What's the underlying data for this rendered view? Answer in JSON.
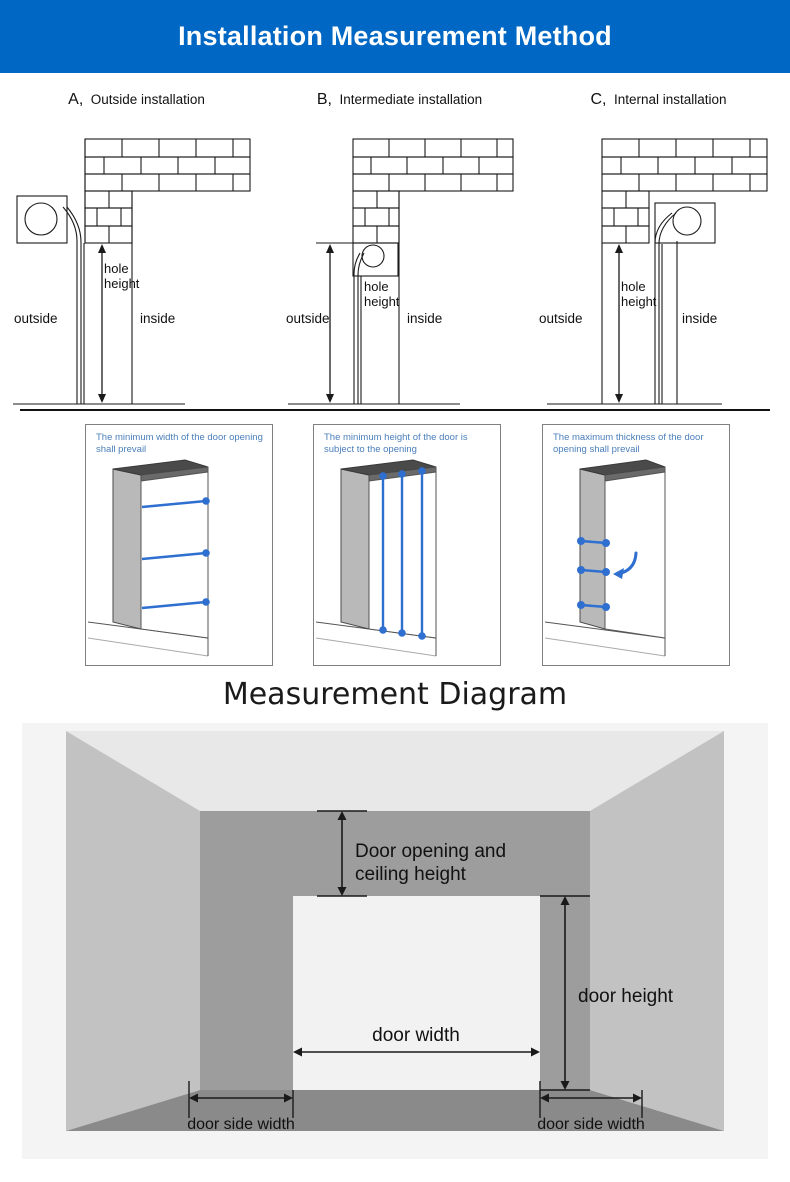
{
  "header": {
    "title": "Installation Measurement Method",
    "bg_color": "#0068c4",
    "text_color": "#ffffff"
  },
  "section1": {
    "name": "installation-types",
    "items": [
      {
        "letter": "A,",
        "title": "Outside installation",
        "labels": {
          "hole_height_line1": "hole",
          "hole_height_line2": "height",
          "outside": "outside",
          "inside": "inside"
        }
      },
      {
        "letter": "B,",
        "title": "Intermediate installation",
        "labels": {
          "hole_height_line1": "hole",
          "hole_height_line2": "height",
          "outside": "outside",
          "inside": "inside"
        }
      },
      {
        "letter": "C,",
        "title": "Internal installation",
        "labels": {
          "hole_height_line1": "hole",
          "hole_height_line2": "height",
          "outside": "outside",
          "inside": "inside"
        }
      }
    ]
  },
  "section2": {
    "name": "door-opening-measurements",
    "caption_color": "#4a7ebb",
    "measure_color": "#2f6fd0",
    "panels": [
      {
        "caption_line1": "The minimum width of the door",
        "caption_line2": "opening shall prevail",
        "measure_type": "width"
      },
      {
        "caption_line1": "The minimum height of the door",
        "caption_line2": "is subject to the opening",
        "measure_type": "height"
      },
      {
        "caption_line1": "The maximum thickness of the",
        "caption_line2": "door opening shall prevail",
        "measure_type": "thickness"
      }
    ]
  },
  "section3": {
    "title": "Measurement Diagram",
    "labels": {
      "ceiling_height_line1": "Door opening and",
      "ceiling_height_line2": "ceiling height",
      "door_height": "door height",
      "door_width": "door width",
      "door_side_width_left": "door side width",
      "door_side_width_right": "door side width"
    },
    "colors": {
      "background": "#f4f4f4",
      "ceiling": "#e8e8e8",
      "side_wall": "#c2c2c2",
      "front_wall": "#9d9d9d",
      "floor": "#8a8a8a",
      "door": "#f2f2f2"
    }
  }
}
